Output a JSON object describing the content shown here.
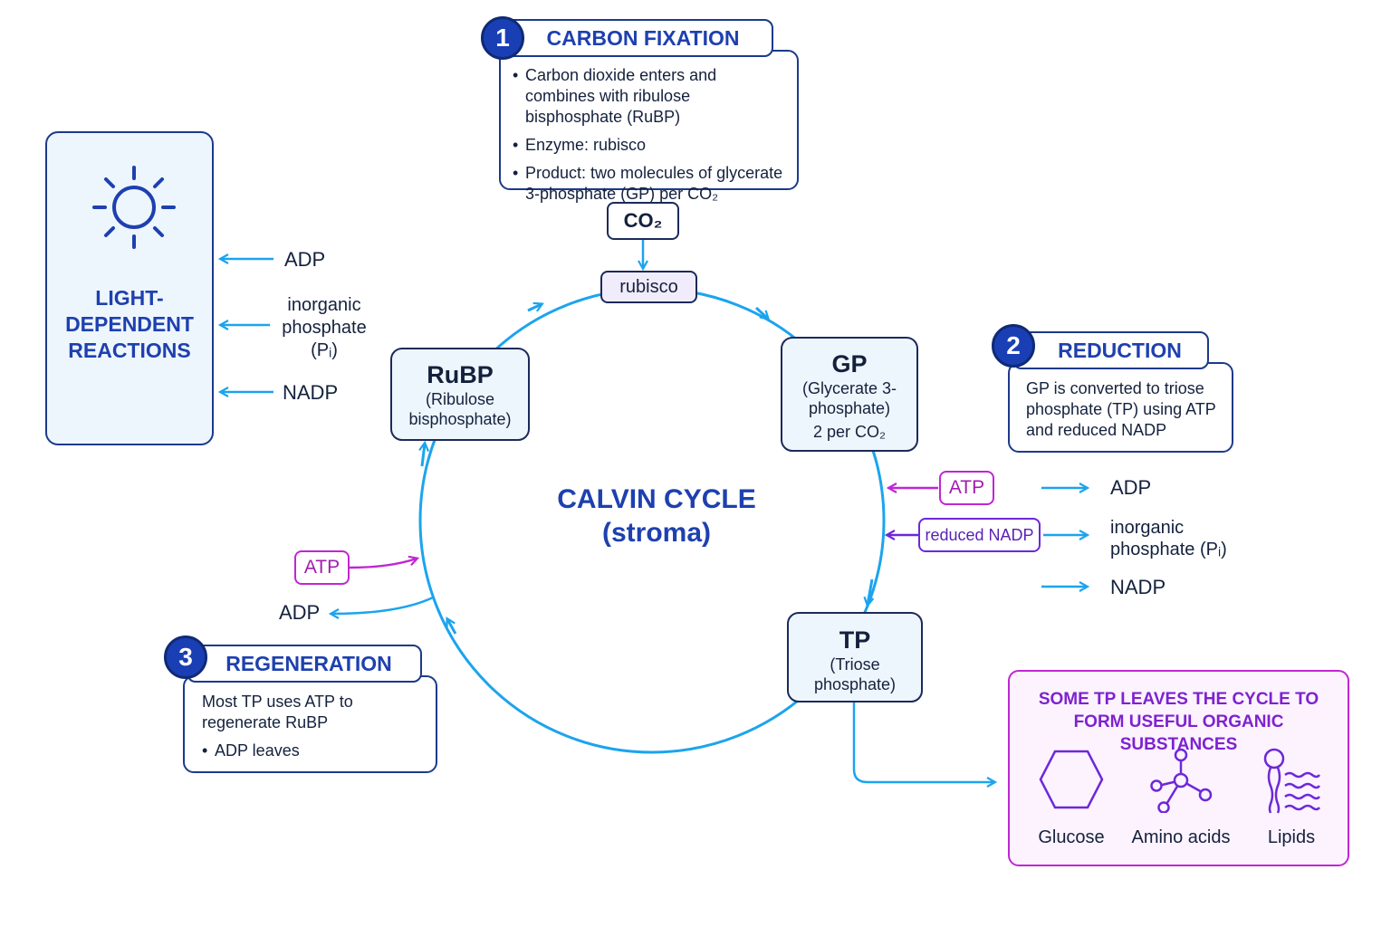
{
  "light": {
    "title": "LIGHT-DEPENDENT REACTIONS",
    "inputs": [
      "ADP",
      "inorganic phosphate (Pᵢ)",
      "NADP"
    ]
  },
  "carbon_fixation": {
    "step": "1",
    "title": "CARBON FIXATION",
    "bullets": [
      "Carbon dioxide enters and combines with ribulose bisphosphate (RuBP)",
      "Enzyme: rubisco",
      "Product: two molecules of glycerate 3-phosphate (GP) per CO₂"
    ]
  },
  "co2": "CO₂",
  "rubisco": "rubisco",
  "center": {
    "line1": "CALVIN CYCLE",
    "line2": "(stroma)"
  },
  "nodes": {
    "rubp": {
      "name": "RuBP",
      "desc": "(Ribulose bisphosphate)"
    },
    "gp": {
      "name": "GP",
      "desc1": "(Glycerate 3-phosphate)",
      "desc2": "2 per CO₂"
    },
    "tp": {
      "name": "TP",
      "desc": "(Triose phosphate)"
    }
  },
  "reduction": {
    "step": "2",
    "title": "REDUCTION",
    "text": "GP is converted to triose phosphate (TP) using ATP and reduced NADP",
    "inputs": [
      "ATP",
      "reduced NADP"
    ],
    "outputs": [
      "ADP",
      "inorganic phosphate (Pᵢ)",
      "NADP"
    ]
  },
  "regeneration": {
    "step": "3",
    "title": "REGENERATION",
    "text": "Most TP uses ATP to regenerate RuBP",
    "bullet": "ADP leaves",
    "atp": "ATP",
    "adp": "ADP"
  },
  "products": {
    "title": "SOME TP LEAVES THE CYCLE TO FORM USEFUL ORGANIC SUBSTANCES",
    "items": [
      "Glucose",
      "Amino acids",
      "Lipids"
    ]
  },
  "colors": {
    "blue_arrow": "#1ba4ee",
    "navy": "#1c3a8a",
    "title_blue": "#1e40af",
    "magenta": "#c026d3",
    "purple": "#6d28d9"
  }
}
